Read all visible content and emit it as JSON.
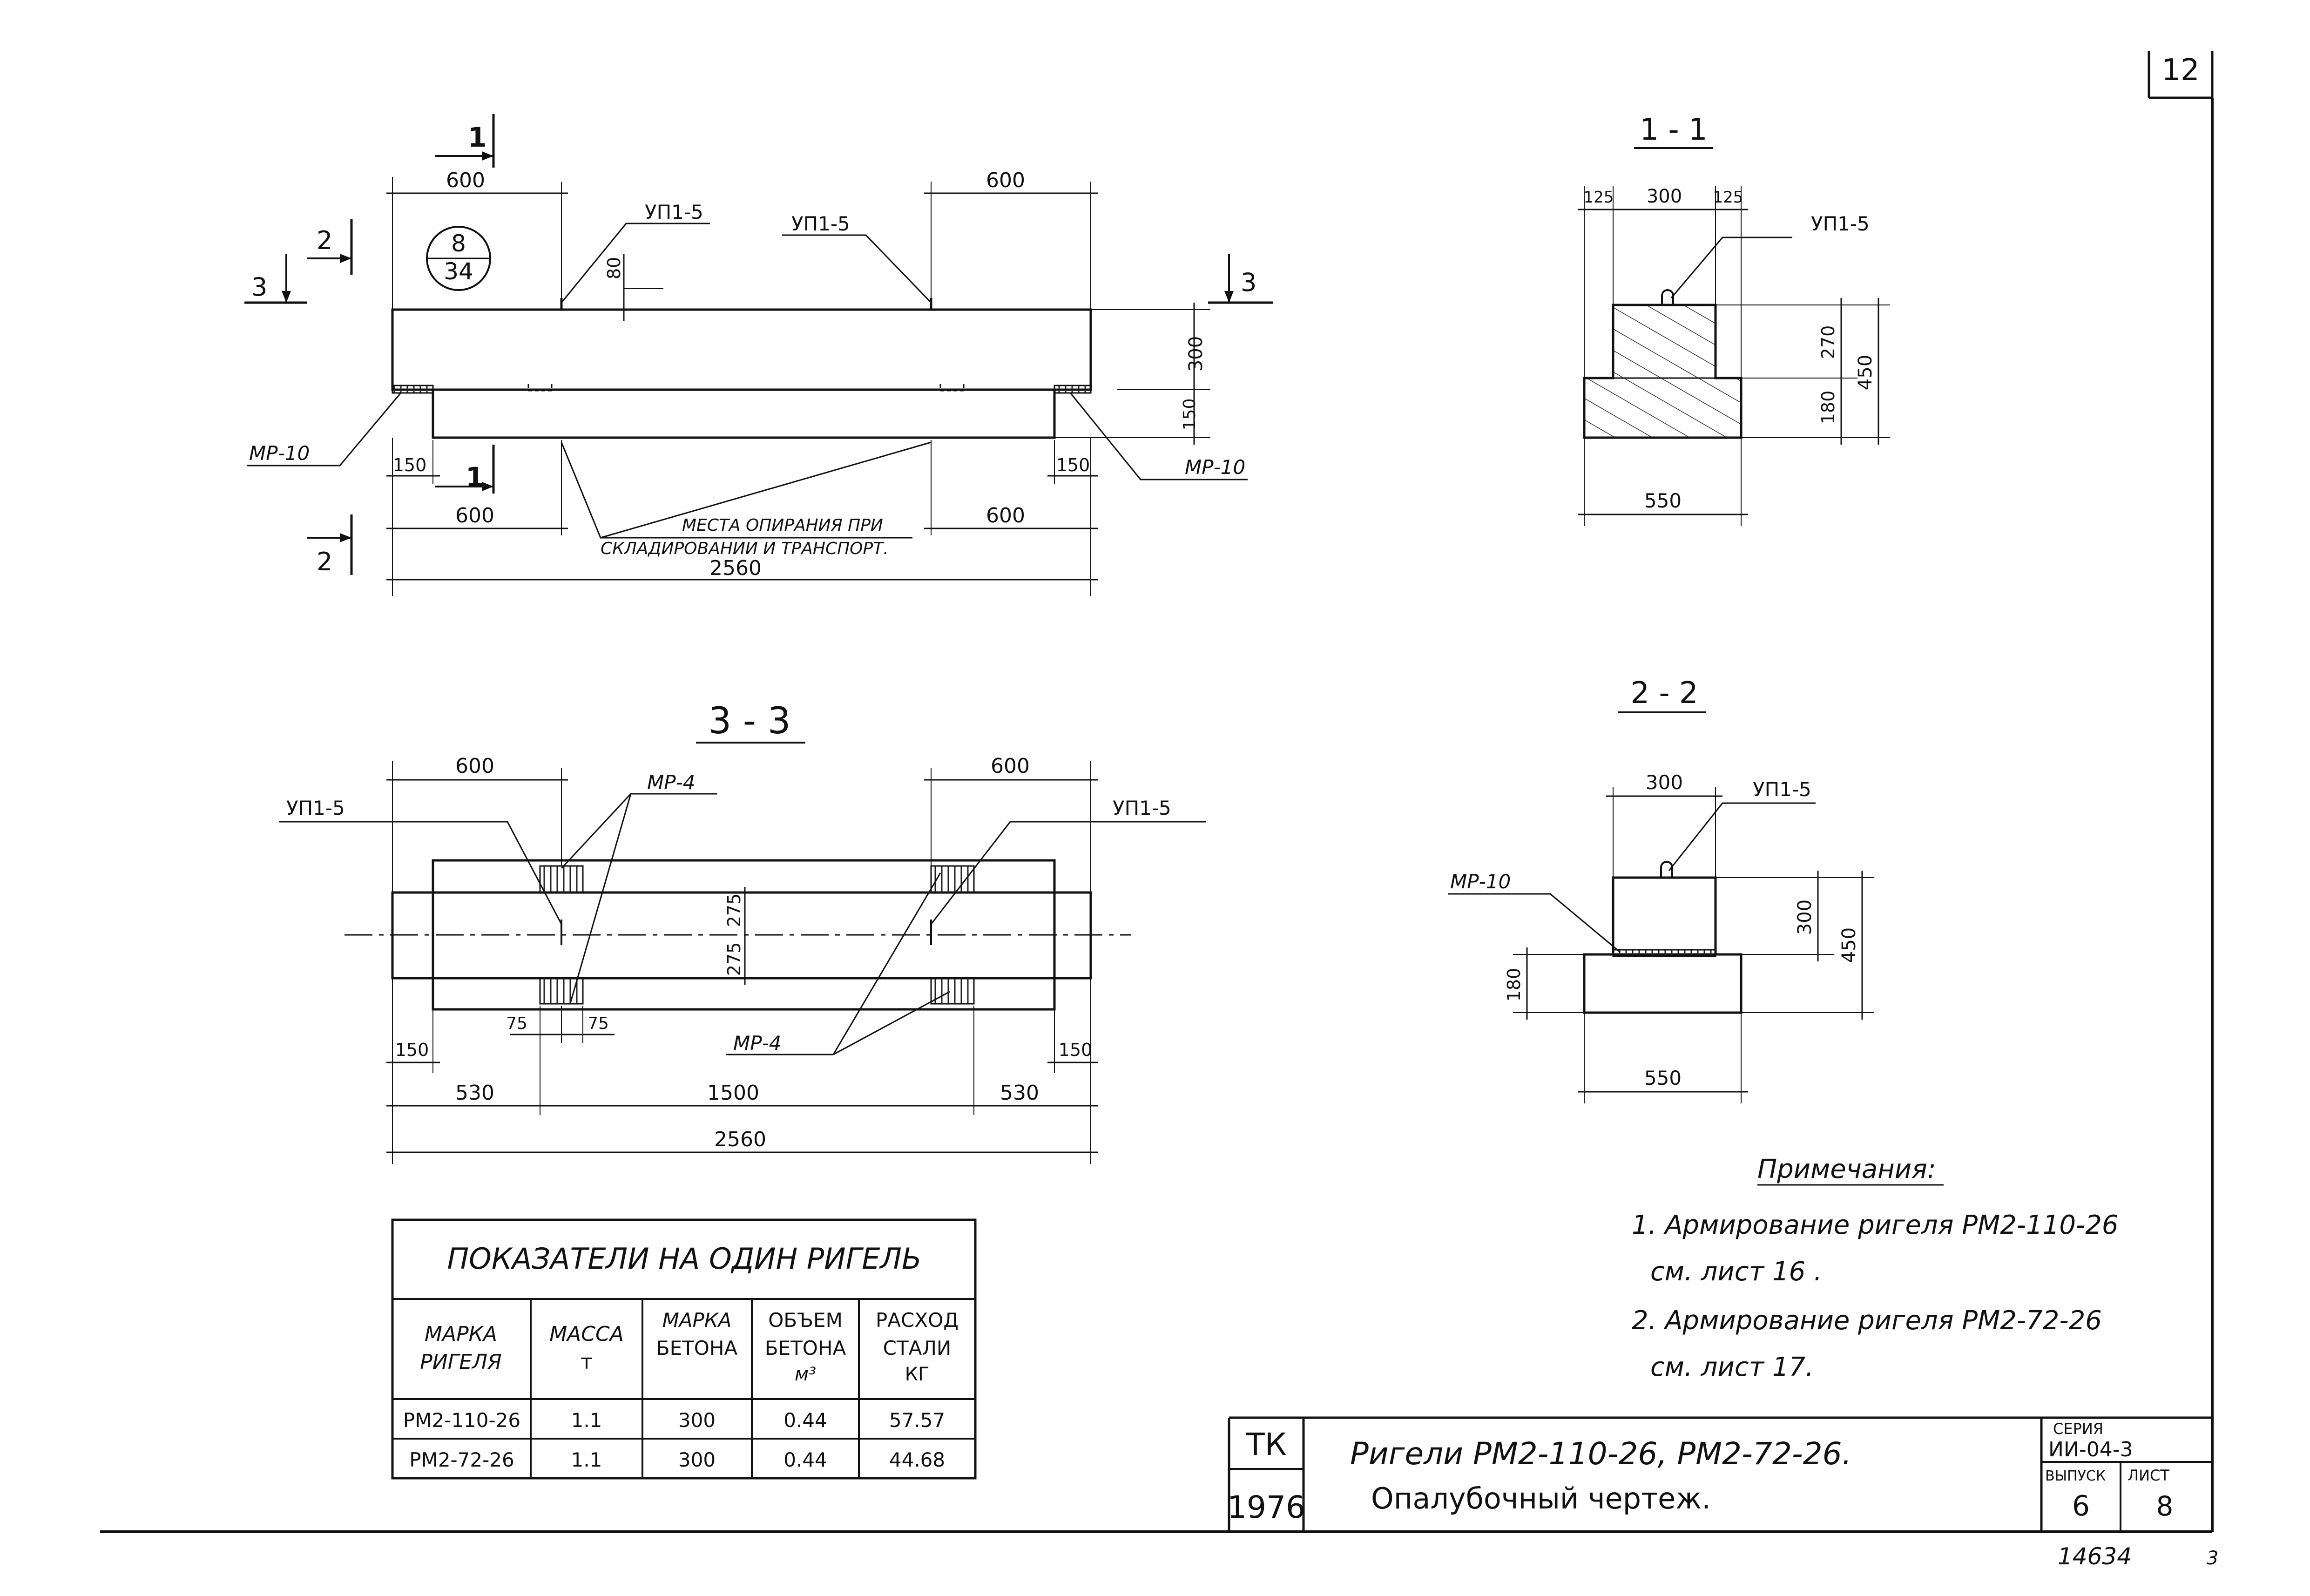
{
  "page_number": "12",
  "bottom_number": "14634",
  "bottom_small": "3",
  "elevation": {
    "mark_top": "8",
    "mark_bottom": "34",
    "sec1": "1",
    "sec2": "2",
    "sec3": "3",
    "dim_600": "600",
    "dim_80": "80",
    "dim_300": "300",
    "dim_150": "150",
    "dim_2560": "2560",
    "up_label": "УП1-5",
    "mr_label": "МР-10",
    "support_note_1": "МЕСТА ОПИРАНИЯ ПРИ",
    "support_note_2": "СКЛАДИРОВАНИИ И ТРАНСПОРТ."
  },
  "section_11": {
    "title": "1 - 1",
    "dim_125": "125",
    "dim_300": "300",
    "dim_270": "270",
    "dim_180": "180",
    "dim_450": "450",
    "dim_550": "550",
    "up_label": "УП1-5"
  },
  "section_33": {
    "title": "3 - 3",
    "dim_600": "600",
    "dim_275": "275",
    "dim_75": "75",
    "dim_150": "150",
    "dim_530": "530",
    "dim_1500": "1500",
    "dim_2560": "2560",
    "up_label": "УП1-5",
    "mr_label": "МР-4"
  },
  "section_22": {
    "title": "2 - 2",
    "dim_300": "300",
    "dim_450": "450",
    "dim_180": "180",
    "dim_550": "550",
    "up_label": "УП1-5",
    "mr_label": "МР-10"
  },
  "table": {
    "title": "ПОКАЗАТЕЛИ НА ОДИН РИГЕЛЬ",
    "headers": [
      [
        "МАРКА",
        "РИГЕЛЯ"
      ],
      [
        "МАССА",
        "т"
      ],
      [
        "МАРКА",
        "БЕТОНА"
      ],
      [
        "ОБЪЕМ",
        "БЕТОНА",
        "м³"
      ],
      [
        "РАСХОД",
        "СТАЛИ",
        "КГ"
      ]
    ],
    "rows": [
      [
        "РМ2-110-26",
        "1.1",
        "300",
        "0.44",
        "57.57"
      ],
      [
        "РМ2-72-26",
        "1.1",
        "300",
        "0.44",
        "44.68"
      ]
    ]
  },
  "notes": {
    "title": "Примечания:",
    "n1a": "1. Армирование ригеля РМ2-110-26",
    "n1b": "см. лист 16 .",
    "n2a": "2. Армирование ригеля РМ2-72-26",
    "n2b": "см. лист 17."
  },
  "title_block": {
    "org": "ТК",
    "year": "1976",
    "title1": "Ригели РМ2-110-26, РМ2-72-26.",
    "title2": "Опалубочный чертеж.",
    "series_label": "СЕРИЯ",
    "series_value": "ИИ-04-3",
    "issue_label": "ВЫПУСК",
    "issue_value": "6",
    "sheet_label": "ЛИСТ",
    "sheet_value": "8"
  }
}
